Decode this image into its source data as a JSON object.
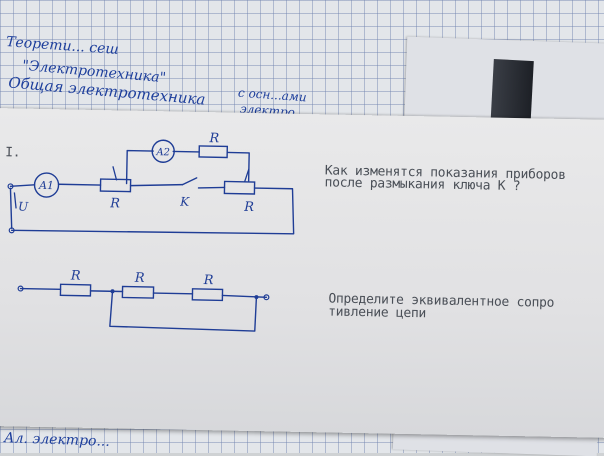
{
  "notebook": {
    "line1": "Теорети... сеш",
    "line2": "\"Электротехника\"",
    "line3": "Общая электротехника",
    "line4": "с осн...ами",
    "line5": "электро...",
    "bottom": "Ал. электро..."
  },
  "sheet": {
    "problem_number": "I.",
    "question_1_line_1": "Как изменятся показания приборов",
    "question_1_line_2": "после размыкания ключа К ?",
    "question_2_line_1": "Определите эквивалентное сопро",
    "question_2_line_2": "тивление цепи"
  },
  "circuit1": {
    "ammeter_1": "A1",
    "ammeter_2": "A2",
    "resistor_top": "R",
    "resistor_left": "R",
    "switch": "K",
    "resistor_right": "R",
    "voltage": "U"
  },
  "circuit2": {
    "resistor_1": "R",
    "resistor_2": "R",
    "resistor_3": "R"
  },
  "colors": {
    "ink": "#1f3d96",
    "typed_text": "#4a4f57",
    "paper": "#e6e6e8"
  }
}
